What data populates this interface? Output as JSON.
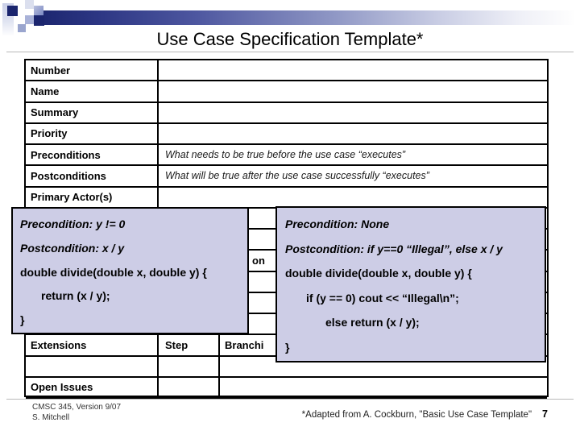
{
  "slide": {
    "title": "Use Case Specification Template*"
  },
  "colors": {
    "accent_navy": "#1b256e",
    "overlay_background": "#cdcde6",
    "table_border": "#000000"
  },
  "table": {
    "rows": [
      {
        "label": "Number",
        "value": ""
      },
      {
        "label": "Name",
        "value": ""
      },
      {
        "label": "Summary",
        "value": ""
      },
      {
        "label": "Priority",
        "value": ""
      },
      {
        "label": "Preconditions",
        "value": "What needs to be true before the use case “executes”"
      },
      {
        "label": "Postconditions",
        "value": "What will be true after the use case successfully “executes”"
      },
      {
        "label": "Primary Actor(s)",
        "value": ""
      }
    ],
    "hidden_row_visible_fragment": "on",
    "extensions_row": {
      "label": "Extensions",
      "step_header": "Step",
      "branching_header_fragment": "Branchi"
    },
    "open_issues_row": {
      "label": "Open Issues"
    }
  },
  "overlay_left": {
    "lines": [
      {
        "text": "Precondition: y != 0"
      },
      {
        "text": "Postcondition: x / y"
      },
      {
        "text": "double divide(double x, double y) {"
      },
      {
        "text": "return (x / y);"
      },
      {
        "text": "}"
      }
    ]
  },
  "overlay_right": {
    "lines": [
      {
        "text": "Precondition: None"
      },
      {
        "text": "Postcondition: if y==0 “Illegal”, else x / y"
      },
      {
        "text": "double divide(double x, double y) {"
      },
      {
        "text": "if (y == 0) cout << “Illegal\\n”;"
      },
      {
        "text": "else return (x / y);"
      },
      {
        "text": "}"
      }
    ]
  },
  "footer": {
    "left_line1": "CMSC 345, Version 9/07",
    "left_line2": "S. Mitchell",
    "right_credit": "*Adapted from A. Cockburn, \"Basic Use Case Template\"",
    "page_number": "7"
  }
}
